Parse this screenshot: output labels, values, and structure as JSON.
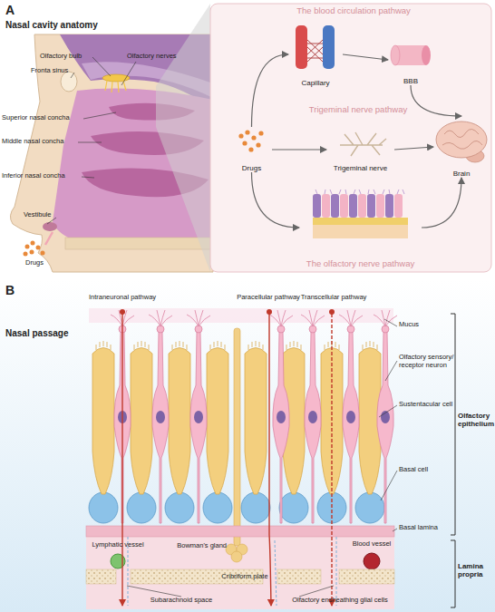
{
  "diagram": {
    "nodes": [
      {
        "text": [
          "Drugs"
        ]
      },
      {
        "text": [
          "Capillary"
        ]
      },
      {
        "text": [
          "BBB"
        ]
      },
      {
        "text": [
          "Trigeminal nerve"
        ]
      },
      {
        "text": [
          "Brain"
        ]
      },
      {
        "text": [
          "The olfactory nerve pathway"
        ]
      }
    ],
    "edges": [
      {
        "from": 0,
        "to": 1,
        "arrow": "to"
      },
      {
        "from": 1,
        "to": 2,
        "arrow": "to"
      },
      {
        "from": 2,
        "to": 4,
        "arrow": "to"
      },
      {
        "from": 0,
        "to": 3,
        "arrow": "to"
      },
      {
        "from": 3,
        "to": 4,
        "arrow": "to"
      },
      {
        "from": 0,
        "to": 5,
        "arrow": "to"
      },
      {
        "from": 5,
        "to": 4,
        "arrow": "to"
      }
    ],
    "labels": [
      "A",
      "Nasal cavity anatomy",
      "Olfactory bulb",
      "Fronta sinus",
      "Olfactory nerves",
      "Superior nasal concha",
      "Middle nasal concha",
      "Inferior nasal concha",
      "Vestibule",
      "Drugs",
      "The blood circulation pathway",
      "Trigeminal nerve pathway",
      "B",
      "Nasal passage",
      "Intraneuronal pathway",
      "Paracellular pathway",
      "Transcellular pathway",
      "Mucus",
      "Olfactory sensory/ receptor neuron",
      "Sustentacular cell",
      "Basal cell",
      "Basal lamina",
      "Olfactory epithelium",
      "Lymphatic vessel",
      "Bowman's gland",
      "Blood vessel",
      "Cribriform plate",
      "Subarachnoid space",
      "Olfactory ensheathing glial cells",
      "Lamina propria"
    ]
  }
}
